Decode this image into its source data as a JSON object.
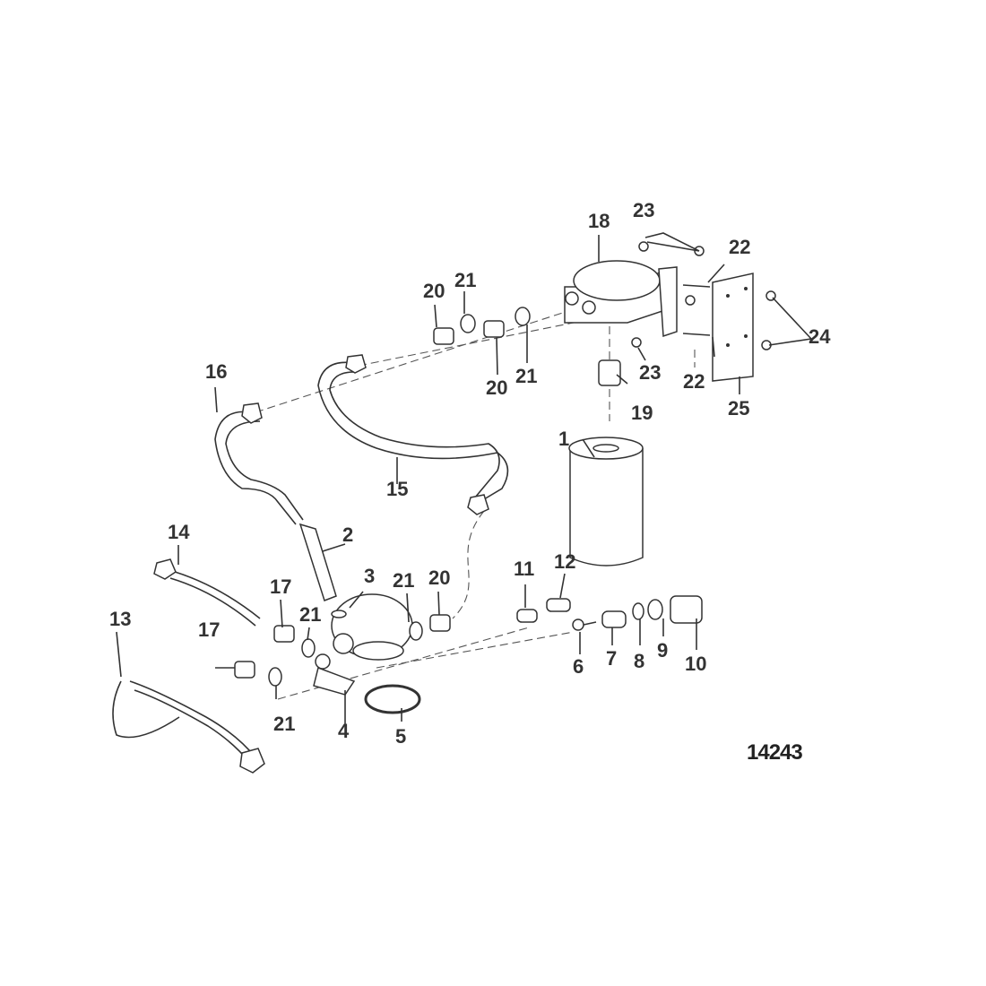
{
  "diagram": {
    "type": "exploded-parts-diagram",
    "figure_number": "14243",
    "labels": [
      {
        "id": "l1",
        "text": "1"
      },
      {
        "id": "l2",
        "text": "2"
      },
      {
        "id": "l3",
        "text": "3"
      },
      {
        "id": "l4",
        "text": "4"
      },
      {
        "id": "l5",
        "text": "5"
      },
      {
        "id": "l6",
        "text": "6"
      },
      {
        "id": "l7",
        "text": "7"
      },
      {
        "id": "l8",
        "text": "8"
      },
      {
        "id": "l9",
        "text": "9"
      },
      {
        "id": "l10",
        "text": "10"
      },
      {
        "id": "l11",
        "text": "11"
      },
      {
        "id": "l12",
        "text": "12"
      },
      {
        "id": "l13",
        "text": "13"
      },
      {
        "id": "l14",
        "text": "14"
      },
      {
        "id": "l15",
        "text": "15"
      },
      {
        "id": "l16",
        "text": "16"
      },
      {
        "id": "l17a",
        "text": "17"
      },
      {
        "id": "l17b",
        "text": "17"
      },
      {
        "id": "l18",
        "text": "18"
      },
      {
        "id": "l19",
        "text": "19"
      },
      {
        "id": "l20a",
        "text": "20"
      },
      {
        "id": "l20b",
        "text": "20"
      },
      {
        "id": "l20c",
        "text": "20"
      },
      {
        "id": "l21a",
        "text": "21"
      },
      {
        "id": "l21b",
        "text": "21"
      },
      {
        "id": "l21c",
        "text": "21"
      },
      {
        "id": "l21d",
        "text": "21"
      },
      {
        "id": "l21e",
        "text": "21"
      },
      {
        "id": "l22a",
        "text": "22"
      },
      {
        "id": "l22b",
        "text": "22"
      },
      {
        "id": "l23a",
        "text": "23"
      },
      {
        "id": "l23b",
        "text": "23"
      },
      {
        "id": "l24",
        "text": "24"
      },
      {
        "id": "l25",
        "text": "25"
      }
    ]
  }
}
